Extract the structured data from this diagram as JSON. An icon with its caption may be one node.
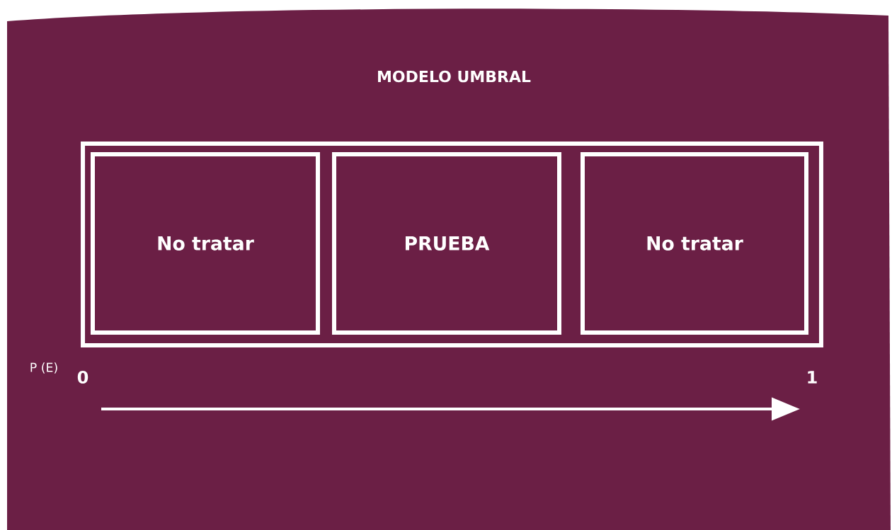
{
  "diagram": {
    "title": "MODELO UMBRAL",
    "nodes": [
      {
        "text": [],
        "shape": "box"
      },
      {
        "text": [
          "No tratar"
        ],
        "in": 0
      },
      {
        "text": [
          "PRUEBA"
        ],
        "in": 0
      },
      {
        "text": [
          "No tratar"
        ],
        "in": 0
      }
    ],
    "edges": [],
    "labels": [
      "P (E)",
      "0",
      "1"
    ]
  }
}
